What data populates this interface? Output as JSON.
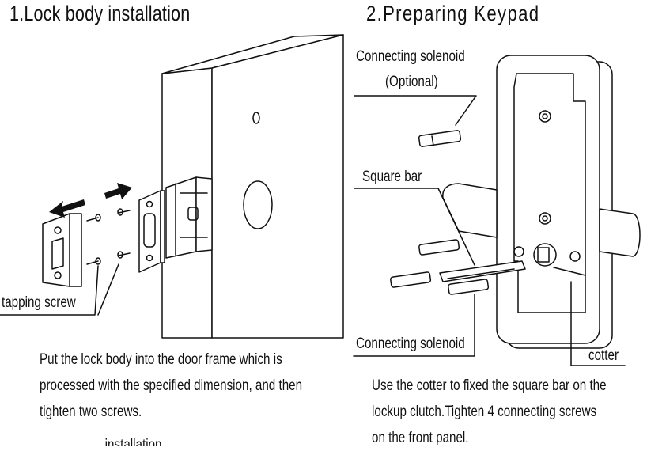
{
  "section1": {
    "title": "1.Lock body installation",
    "label_screw": "tapping screw",
    "description": [
      "Put the lock body into the door frame which is",
      "processed with the specified dimension, and then",
      "tighten two screws."
    ],
    "partial_footer": "...installation"
  },
  "section2": {
    "title": "2.Preparing Keypad",
    "label_solenoid_optional_1": "Connecting solenoid",
    "label_solenoid_optional_2": "(Optional)",
    "label_square_bar": "Square bar",
    "label_solenoid": "Connecting solenoid",
    "label_cotter": "cotter",
    "description": [
      "Use the cotter to fixed the square bar on the",
      "lockup clutch.Tighten 4 connecting screws",
      "on the front panel."
    ]
  },
  "colors": {
    "ink": "#111111",
    "background": "#ffffff"
  }
}
